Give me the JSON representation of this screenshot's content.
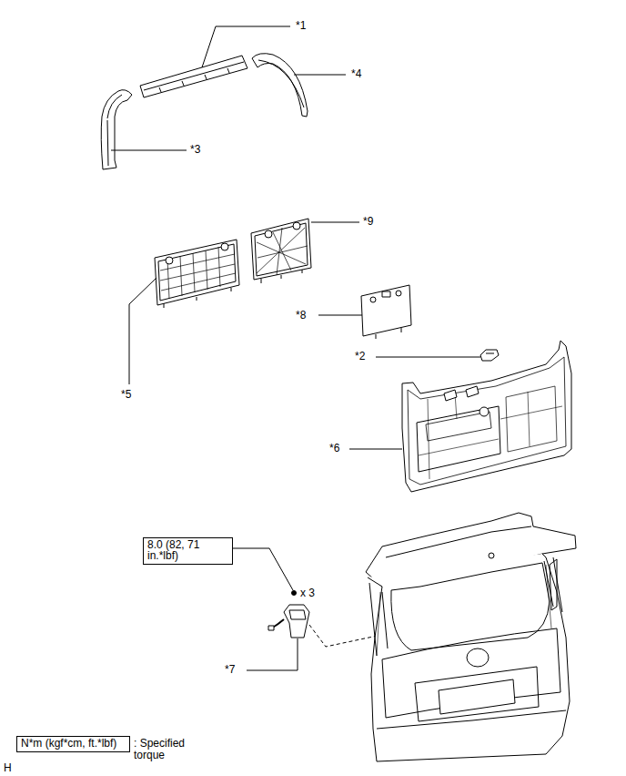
{
  "diagram": {
    "nodes": [
      {
        "text": [
          "8.0 (82, 71 in.*lbf)"
        ]
      },
      {
        "text": [
          "N*m (kgf*cm, ft.*lbf)"
        ]
      }
    ],
    "labels": [
      "*1",
      "*4",
      "*3",
      "*9",
      "*8",
      "*5",
      "*2",
      "*6",
      "x 3",
      "*7",
      ": Specified torque",
      "H"
    ]
  }
}
